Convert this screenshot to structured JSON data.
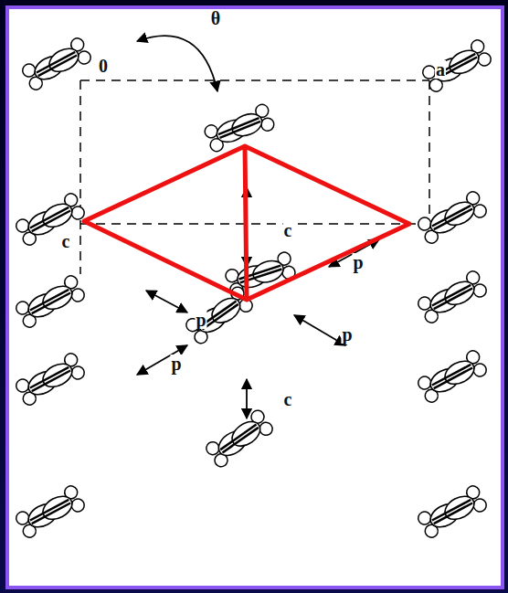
{
  "diagram": {
    "labels": [
      "θ",
      "0",
      "a",
      "c",
      "c",
      "p",
      "p",
      "p",
      "p",
      "c"
    ]
  }
}
